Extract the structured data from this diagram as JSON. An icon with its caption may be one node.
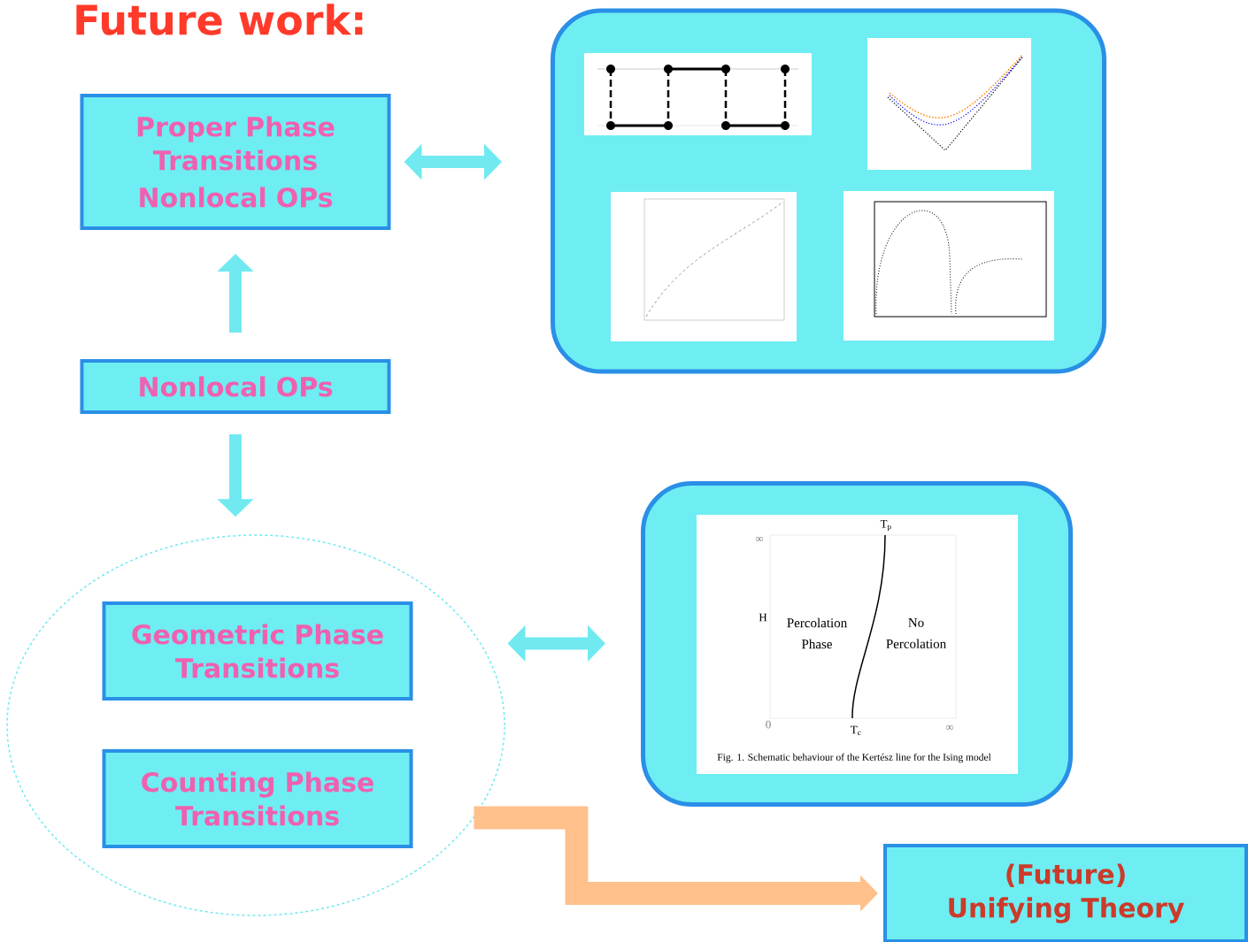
{
  "diagram": {
    "title": "Future work:",
    "nodes": [
      {
        "text": [
          "Proper Phase Transitions",
          "Nonlocal OPs"
        ]
      },
      {
        "text": [],
        "shape": "box"
      },
      {
        "text": [
          "Nonlocal OPs"
        ]
      },
      {
        "text": [],
        "shape": "ellipse"
      },
      {
        "text": [
          "Geometric Phase  Transitions"
        ],
        "in": 3
      },
      {
        "text": [
          "Counting Phase  Transitions"
        ],
        "in": 3
      },
      {
        "text": [],
        "shape": "box"
      },
      {
        "text": [
          "(Future) Unifying Theory"
        ]
      }
    ],
    "edges": [
      {
        "from": 0,
        "to": 1,
        "arrow": "both"
      },
      {
        "from": 2,
        "to": 0,
        "arrow": "to"
      },
      {
        "from": 2,
        "to": 3,
        "arrow": "to"
      },
      {
        "from": 3,
        "to": 6,
        "arrow": "both"
      },
      {
        "from": 3,
        "to": 7,
        "arrow": "to",
        "style": "thick",
        "color": "#ffc08c"
      }
    ],
    "labels": [
      "T$_{p}$",
      "∞",
      "H",
      "Percolation Phase",
      "No Percolation",
      "0",
      "T$_{c}$",
      "∞",
      "Fig. 1. Schematic behaviour of the Kertész line for the Ising model"
    ]
  }
}
